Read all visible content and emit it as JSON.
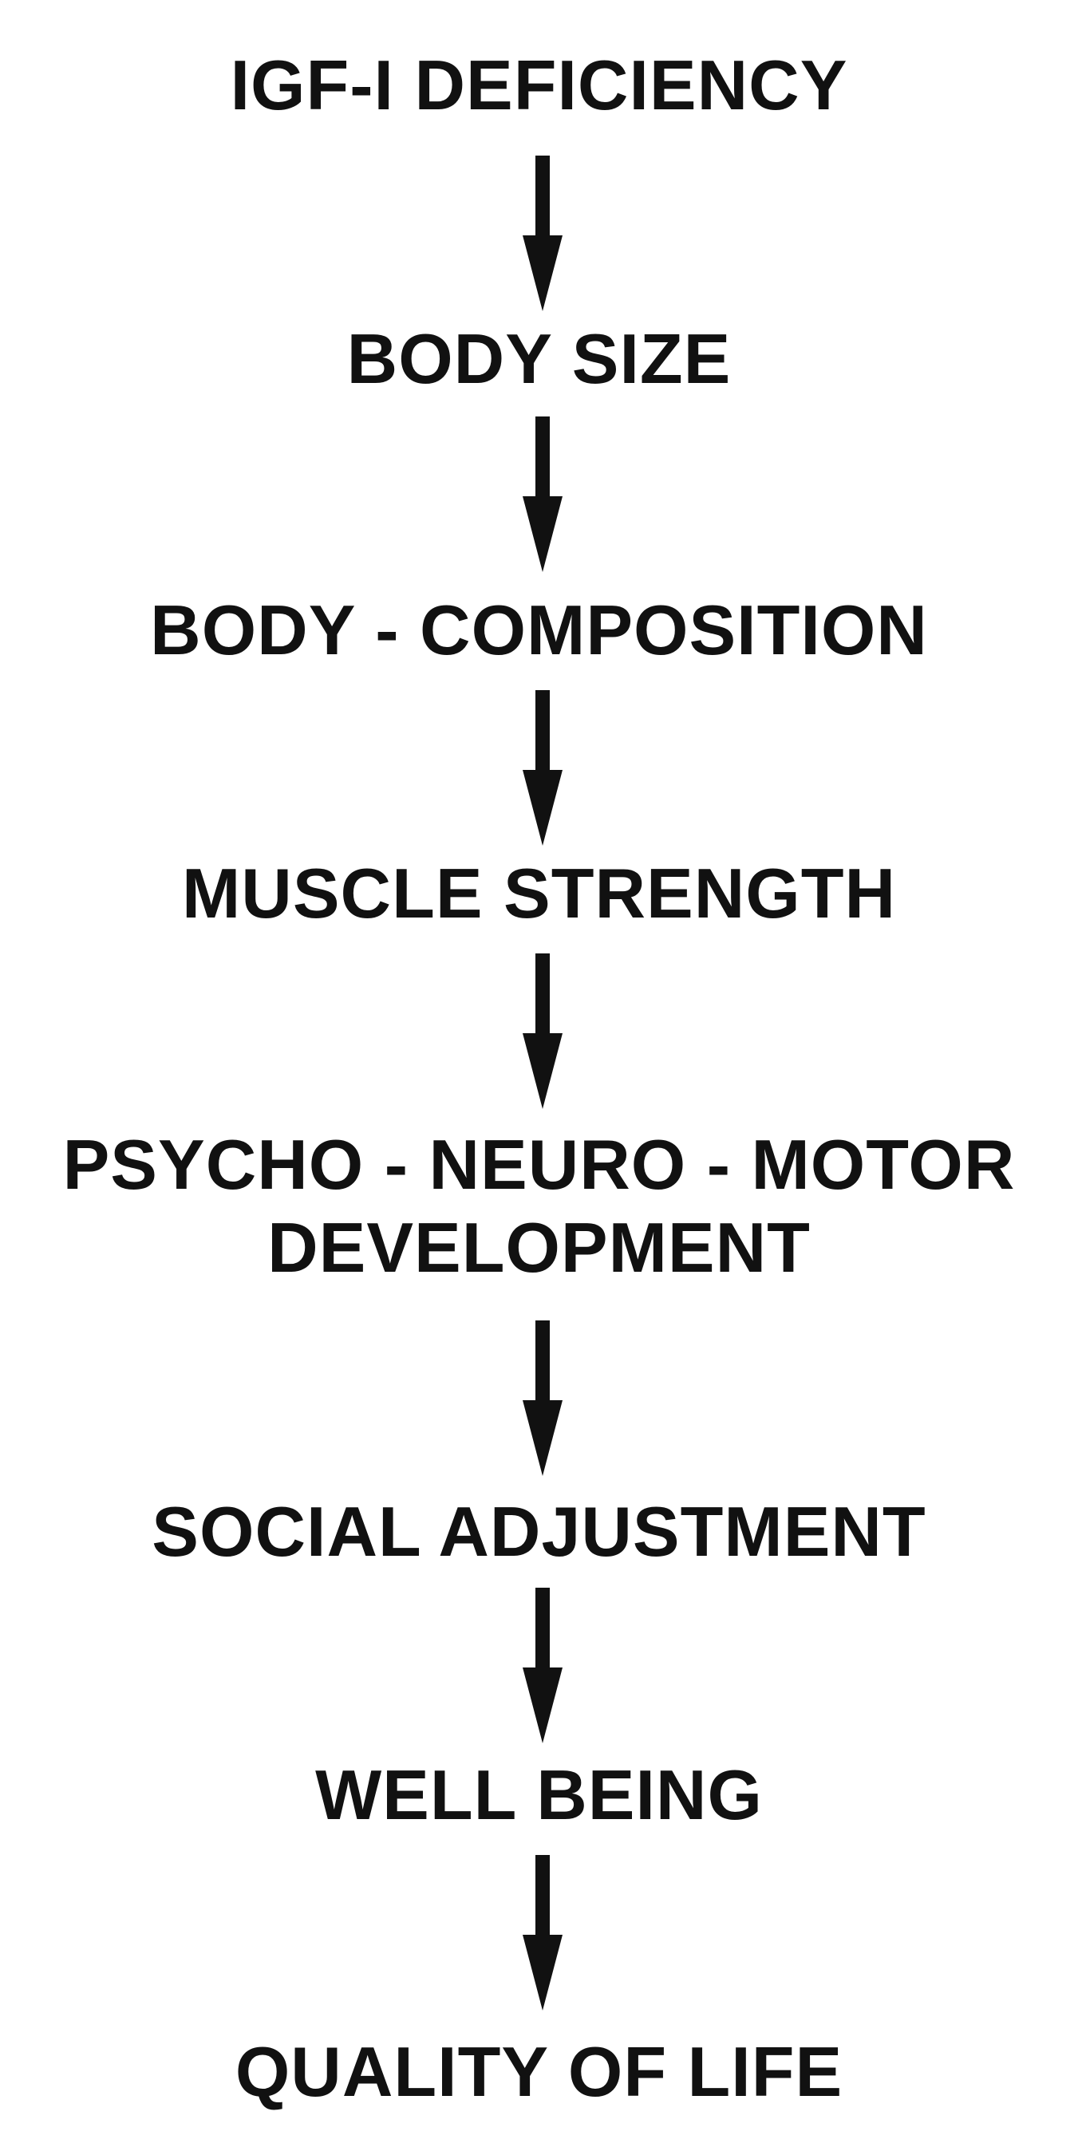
{
  "diagram": {
    "nodes": [
      {
        "id": "igf",
        "lines": [
          "IGF-I DEFICIENCY"
        ]
      },
      {
        "id": "size",
        "lines": [
          "BODY SIZE"
        ]
      },
      {
        "id": "composition",
        "lines": [
          "BODY - COMPOSITION"
        ]
      },
      {
        "id": "strength",
        "lines": [
          "MUSCLE STRENGTH"
        ]
      },
      {
        "id": "development",
        "lines": [
          "PSYCHO - NEURO - MOTOR",
          "DEVELOPMENT"
        ]
      },
      {
        "id": "social",
        "lines": [
          "SOCIAL ADJUSTMENT"
        ]
      },
      {
        "id": "wellbeing",
        "lines": [
          "WELL BEING"
        ]
      },
      {
        "id": "qol",
        "lines": [
          "QUALITY OF LIFE"
        ]
      }
    ],
    "edges": [
      {
        "from": "igf",
        "to": "size"
      },
      {
        "from": "size",
        "to": "composition"
      },
      {
        "from": "composition",
        "to": "strength"
      },
      {
        "from": "strength",
        "to": "development"
      },
      {
        "from": "development",
        "to": "social"
      },
      {
        "from": "social",
        "to": "wellbeing"
      },
      {
        "from": "wellbeing",
        "to": "qol"
      }
    ],
    "colors": {
      "ink": "#111111",
      "background": "#ffffff"
    }
  }
}
